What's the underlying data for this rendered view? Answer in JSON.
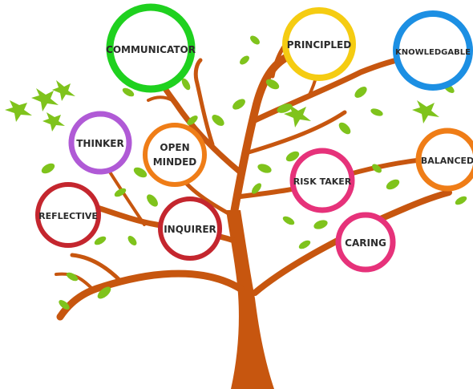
{
  "traits": {
    "communicator": {
      "label": "COMMUNICATOR",
      "color": "#1fd11f"
    },
    "principled": {
      "label": "PRINCIPLED",
      "color": "#f5cc12"
    },
    "knowledgable": {
      "label": "KNOWLEDGABLE",
      "color": "#1c8fe3"
    },
    "thinker": {
      "label": "THINKER",
      "color": "#b05ad6"
    },
    "open_minded": {
      "line1": "OPEN",
      "line2": "MINDED",
      "color": "#ef7d17"
    },
    "balanced": {
      "label": "BALANCED",
      "color": "#ef7d17"
    },
    "risk_taker": {
      "label": "RISK TAKER",
      "color": "#e6327a"
    },
    "reflective": {
      "label": "REFLECTIVE",
      "color": "#c4262e"
    },
    "inquirer": {
      "label": "INQUIRER",
      "color": "#c4262e"
    },
    "caring": {
      "label": "CARING",
      "color": "#e6327a"
    }
  },
  "palette": {
    "trunk": "#c7560f",
    "leaf": "#7fc31c",
    "bird": "#7fc31c",
    "text": "#2b2b2b"
  }
}
